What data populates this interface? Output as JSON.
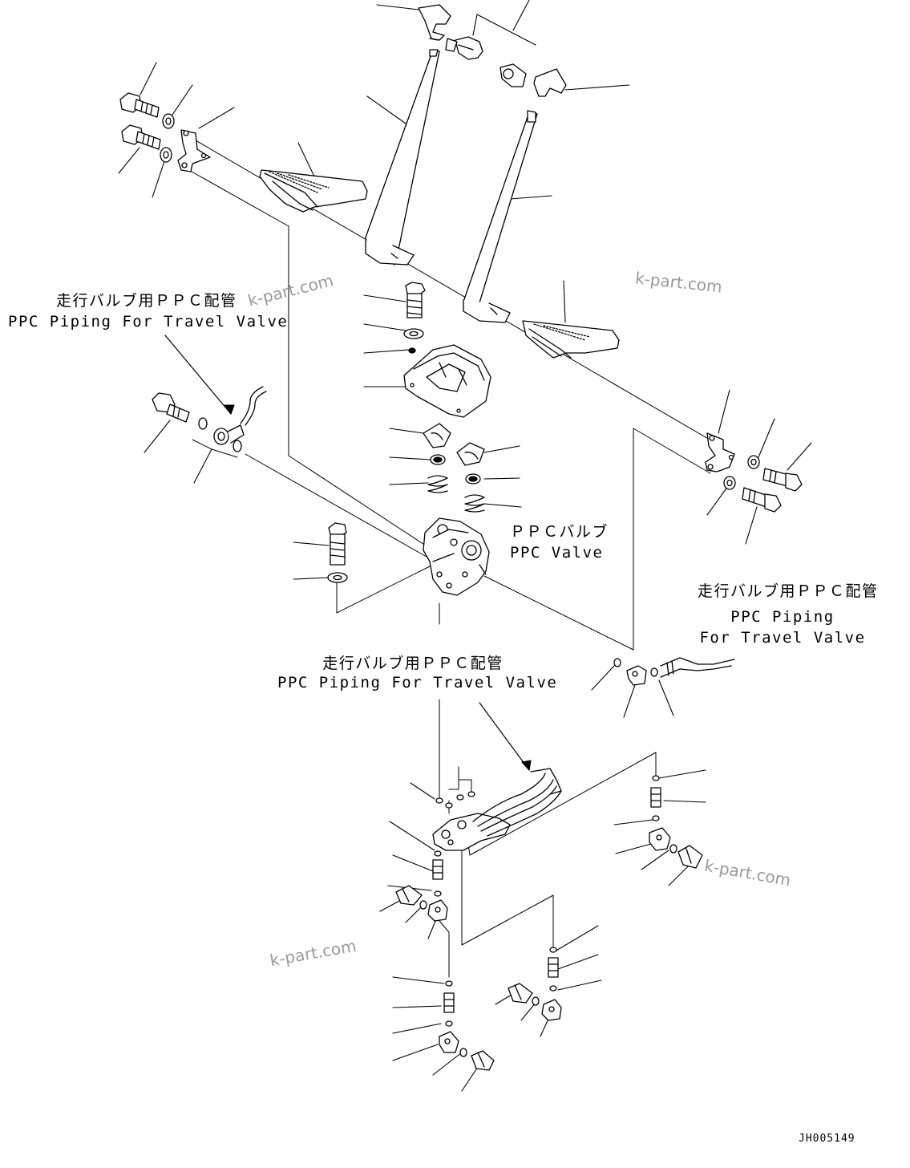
{
  "labels": {
    "top_left": {
      "jp": "走行バルブ用ＰＰＣ配管",
      "en": "PPC Piping For Travel Valve"
    },
    "ppc_valve": {
      "jp": "ＰＰＣバルブ",
      "en": "PPC Valve"
    },
    "right": {
      "jp": "走行バルブ用ＰＰＣ配管",
      "en1": "PPC Piping",
      "en2": "For Travel Valve"
    },
    "center": {
      "jp": "走行バルブ用ＰＰＣ配管",
      "en": "PPC Piping For Travel Valve"
    }
  },
  "watermarks": [
    "k-part.com",
    "k-part.com",
    "k-part.com",
    "k-part.com"
  ],
  "drawing_code": "JH005149",
  "colors": {
    "line": "#000000",
    "watermark": "#9a9a9a",
    "background": "#ffffff"
  }
}
